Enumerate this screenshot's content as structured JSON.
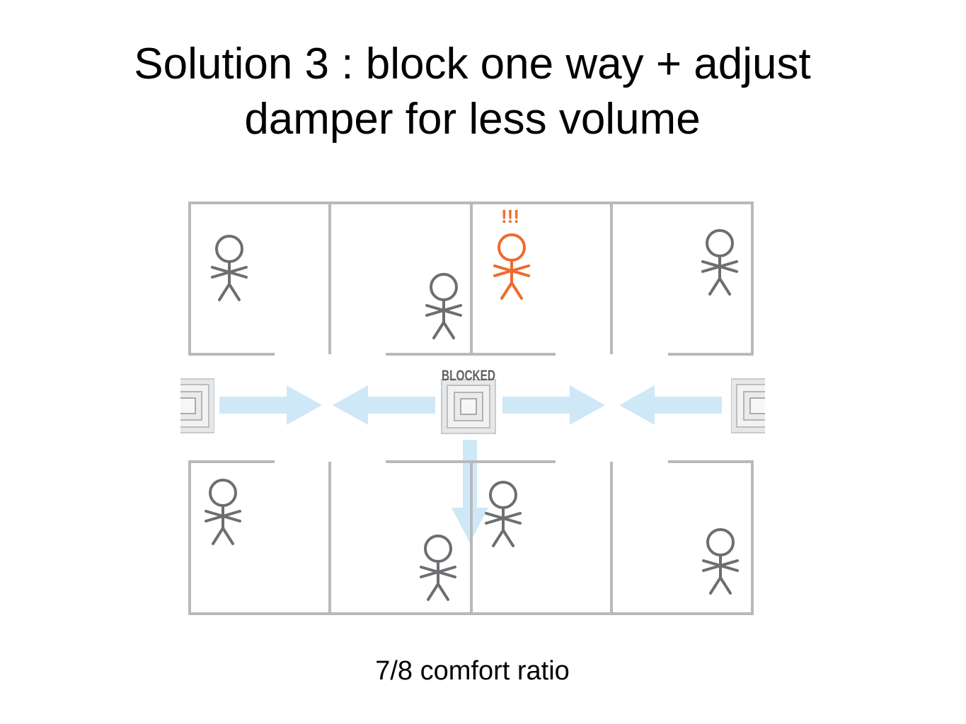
{
  "title_line1": "Solution 3 : block one way + adjust",
  "title_line2": "damper for less volume",
  "diffuser_label": "BLOCKED",
  "alert_label": "!!!",
  "caption": "7/8 comfort ratio",
  "colors": {
    "wall": "#b8b9bd",
    "person": "#6d6e71",
    "person_alert": "#ee6b2d",
    "airflow": "#cfe8f7",
    "diffuser": "#e1e2e4"
  }
}
